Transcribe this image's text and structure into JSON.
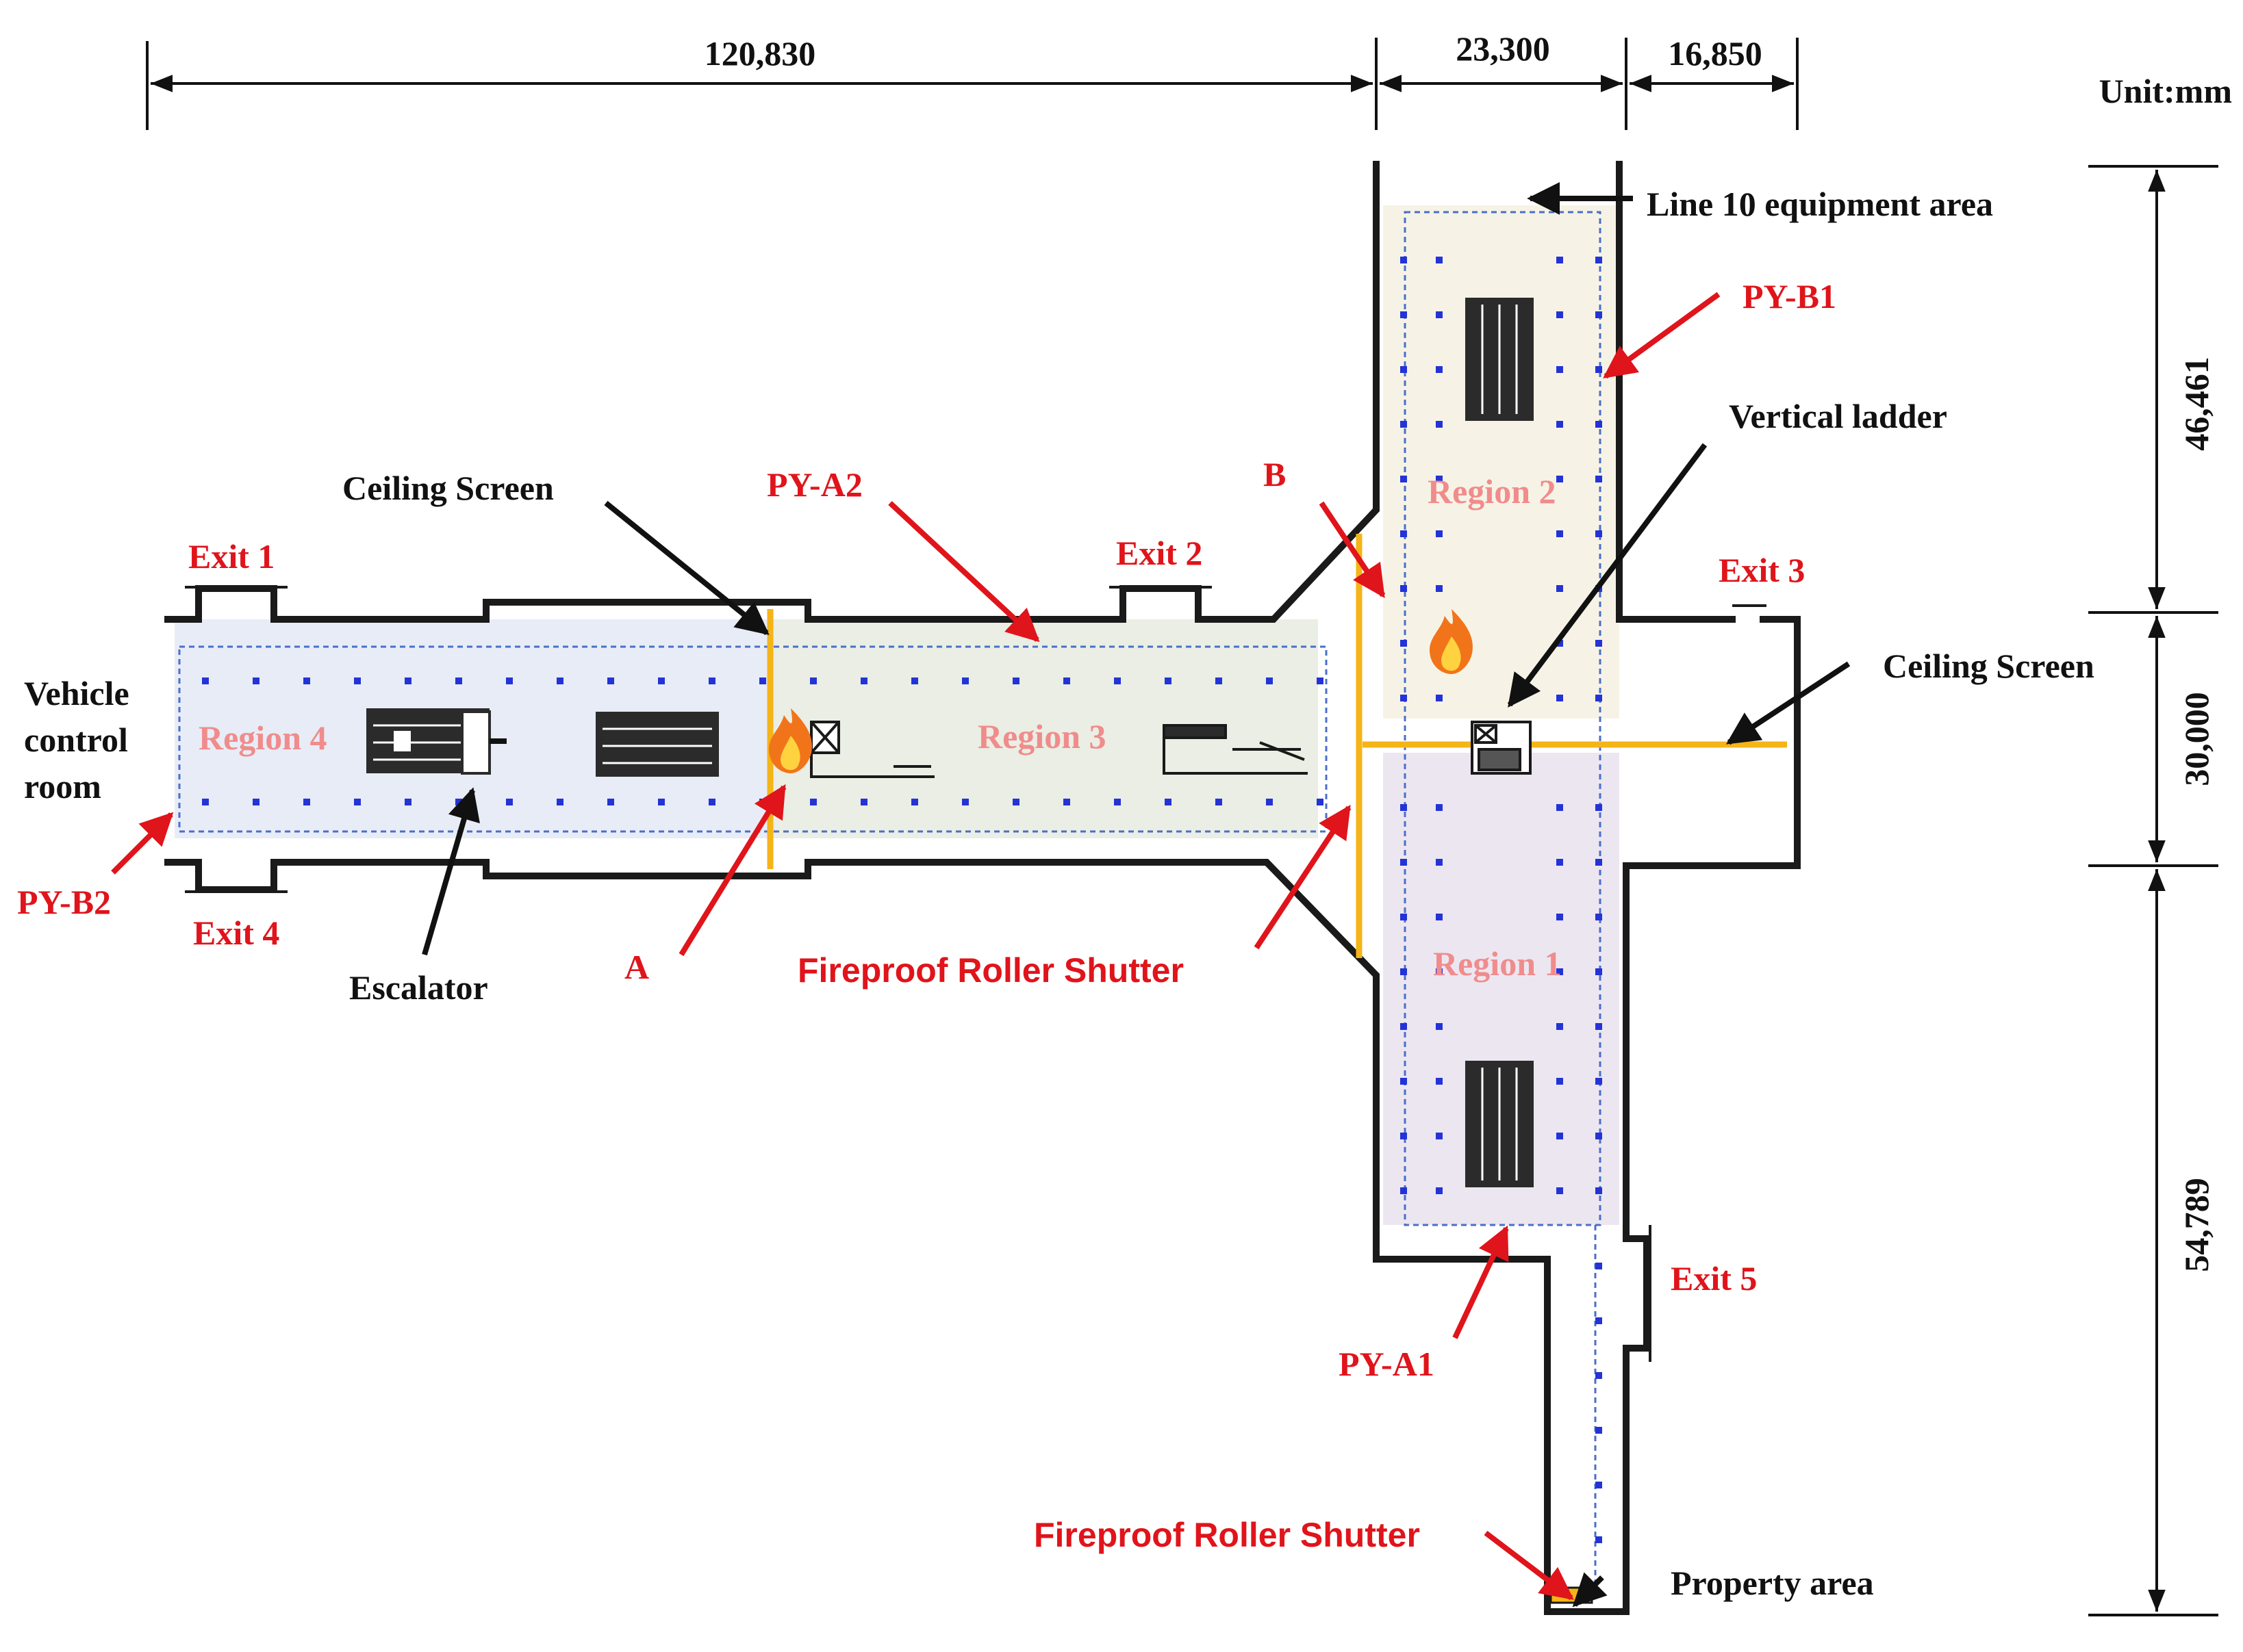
{
  "dimensions": {
    "unit": "Unit:mm",
    "top": [
      "120,830",
      "23,300",
      "16,850"
    ],
    "right": [
      "46,461",
      "30,000",
      "54,789"
    ]
  },
  "regions": [
    "Region 1",
    "Region 2",
    "Region 3",
    "Region 4"
  ],
  "exits": [
    "Exit 1",
    "Exit 2",
    "Exit 3",
    "Exit 4",
    "Exit 5"
  ],
  "smoke_exhaust_labels": [
    "PY-B1",
    "PY-A2",
    "PY-B2",
    "PY-A1"
  ],
  "fire_points": [
    "A",
    "B"
  ],
  "labels": {
    "ceiling_screen": "Ceiling Screen",
    "vertical_ladder": "Vertical ladder",
    "line10": "Line 10 equipment area",
    "vehicle_control_room": [
      "Vehicle",
      "control",
      "room"
    ],
    "escalator": "Escalator",
    "fireproof_roller_shutter": "Fireproof Roller Shutter",
    "property_area": "Property area"
  },
  "colors": {
    "wall": "#1a1a1a",
    "annotation_red": "#e0141b",
    "screen_yellow": "#f5b417",
    "sprinkler_blue": "#2433d6",
    "region_text": "#f08c8c",
    "region_fill_1": "#ece6f1",
    "region_fill_2": "#f6f3e6",
    "region_fill_3": "#eaeee4",
    "region_fill_4": "#e8ecf6"
  }
}
